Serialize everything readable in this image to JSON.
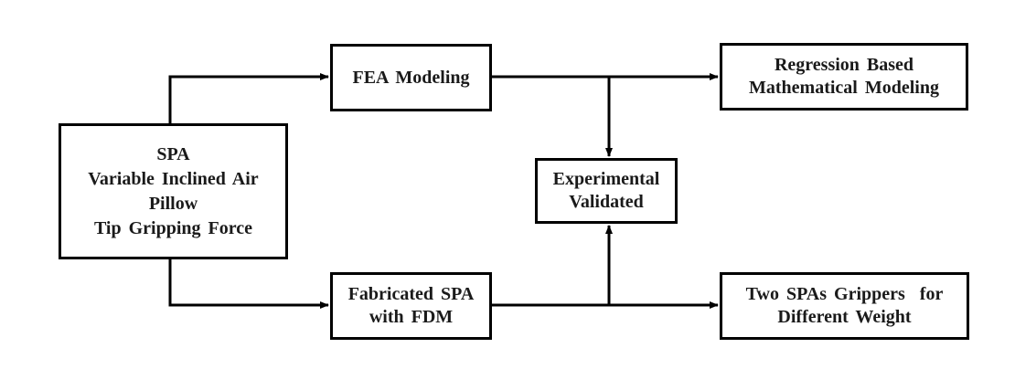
{
  "diagram": {
    "type": "flowchart",
    "nodes": {
      "main": {
        "lines": [
          "SPA",
          "Variable Inclined Air",
          "Pillow",
          "Tip Gripping Force"
        ]
      },
      "fea": {
        "lines": [
          "FEA Modeling"
        ]
      },
      "regression": {
        "lines": [
          "Regression Based",
          "Mathematical Modeling"
        ]
      },
      "experimental": {
        "lines": [
          "Experimental",
          "Validated"
        ]
      },
      "fabricated": {
        "lines": [
          "Fabricated SPA",
          "with FDM"
        ]
      },
      "two_spas": {
        "lines": [
          "Two SPAs Grippers  for",
          "Different Weight"
        ]
      }
    },
    "edges": [
      {
        "from": "main",
        "to": "fea"
      },
      {
        "from": "main",
        "to": "fabricated"
      },
      {
        "from": "fea",
        "to": "regression"
      },
      {
        "from": "fea",
        "to": "experimental"
      },
      {
        "from": "fabricated",
        "to": "two_spas"
      },
      {
        "from": "fabricated",
        "to": "experimental"
      }
    ],
    "colors": {
      "stroke": "#000000",
      "text": "#1a1a1a",
      "background": "#ffffff"
    }
  }
}
